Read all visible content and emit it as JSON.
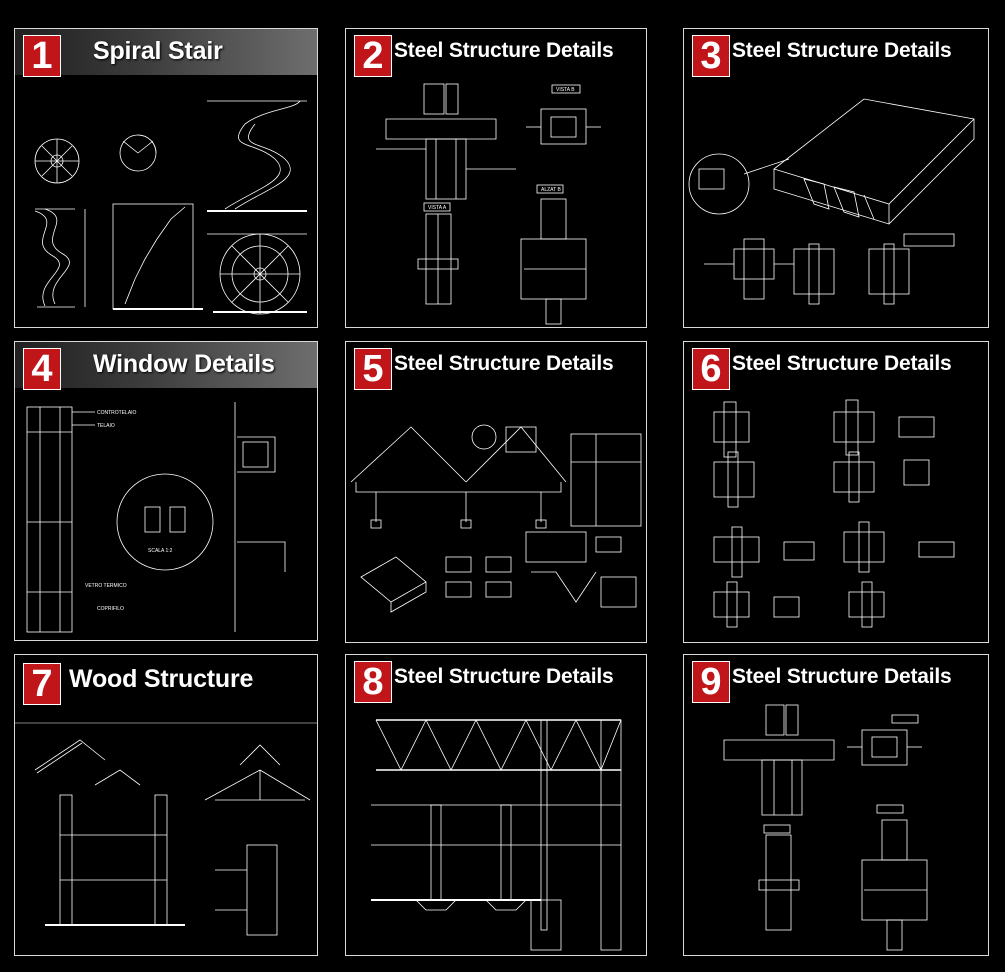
{
  "panels": [
    {
      "number": "1",
      "title": "Spiral Stair"
    },
    {
      "number": "2",
      "title": "Steel Structure Details"
    },
    {
      "number": "3",
      "title": "Steel Structure Details"
    },
    {
      "number": "4",
      "title": "Window Details"
    },
    {
      "number": "5",
      "title": "Steel Structure Details"
    },
    {
      "number": "6",
      "title": "Steel Structure Details"
    },
    {
      "number": "7",
      "title": "Wood Structure"
    },
    {
      "number": "8",
      "title": "Steel Structure Details"
    },
    {
      "number": "9",
      "title": "Steel Structure Details"
    }
  ],
  "labels": {
    "vista_b": "VISTA B",
    "vista_a": "VISTA A",
    "alzat_b": "ALZAT B",
    "window_cut": "CONTROTELAIO",
    "window_cap": "TELAIO",
    "window_vetro": "VETRO TERMICO",
    "window_scala": "SCALA 1:2",
    "window_coprifilo": "COPRIFILO"
  }
}
